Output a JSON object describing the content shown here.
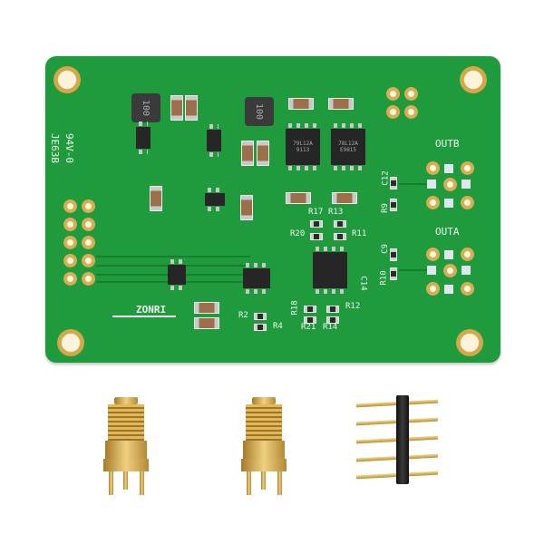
{
  "board": {
    "color": "#1f9a3c",
    "brand_logo": "ZONRI",
    "rating_mark": "94V-0",
    "code_mark": "JE63B",
    "output_labels": {
      "outb": "OUTB",
      "outa": "OUTA"
    },
    "component_labels": [
      "C12",
      "R9",
      "C9",
      "R10",
      "R17",
      "R13",
      "R20",
      "R11",
      "R12",
      "C14",
      "R18",
      "R21",
      "R14",
      "R2",
      "R4"
    ],
    "inductor_marking": "100",
    "regulator_negative": {
      "line1": "79L12A",
      "line2": "9113"
    },
    "regulator_positive": {
      "line1": "78L12A",
      "line2": "E9815"
    }
  },
  "accessories": {
    "sma_connectors": 2,
    "header_pins": 5
  }
}
